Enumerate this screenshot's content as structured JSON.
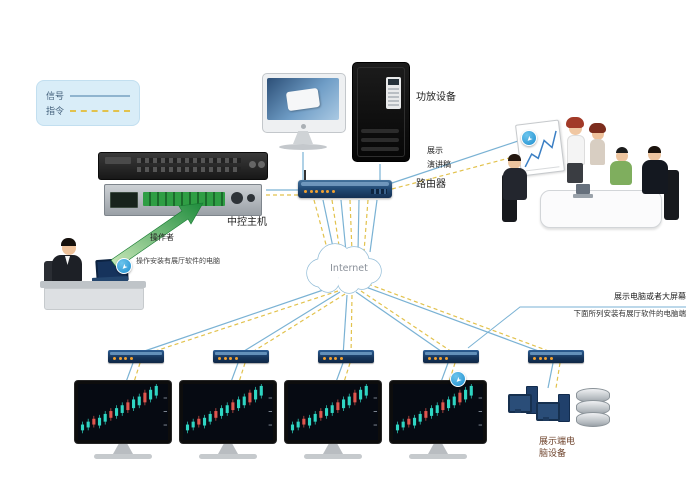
{
  "legend": {
    "items": [
      {
        "label": "信号",
        "style": "solid"
      },
      {
        "label": "指令",
        "style": "dashed"
      }
    ]
  },
  "devices": {
    "central_host_label": "中控主机",
    "amplifier_label": "功放设备",
    "router_label": "路由器",
    "internet_label": "Internet"
  },
  "annotations": {
    "display_line_label": "展示",
    "speech_line_label": "演讲稿",
    "operator_label": "操作者",
    "operator_note": "操作安装有展厅软件的电脑",
    "display_callout_title": "展示电脑或者大屏幕",
    "display_callout_note": "下面所列安装有展厅软件的电脑端",
    "display_end_label": "展示端电脑设备"
  },
  "colors": {
    "signal_line": "#7ab2d4",
    "command_line": "#e2c24d",
    "device_navy": "#1d3f66",
    "arrow_green": "#1e8c3c",
    "candle_up": "#2fd6c3",
    "candle_down": "#e0564e"
  },
  "monitor_chart": {
    "type": "candlestick",
    "trend": "up",
    "candles": [
      [
        6,
        12,
        1
      ],
      [
        9,
        15,
        1
      ],
      [
        12,
        18,
        0
      ],
      [
        11,
        19,
        1
      ],
      [
        15,
        23,
        1
      ],
      [
        19,
        26,
        0
      ],
      [
        21,
        29,
        1
      ],
      [
        24,
        32,
        1
      ],
      [
        27,
        35,
        0
      ],
      [
        29,
        38,
        1
      ],
      [
        32,
        41,
        1
      ],
      [
        35,
        45,
        0
      ],
      [
        38,
        48,
        1
      ],
      [
        42,
        52,
        1
      ]
    ]
  }
}
